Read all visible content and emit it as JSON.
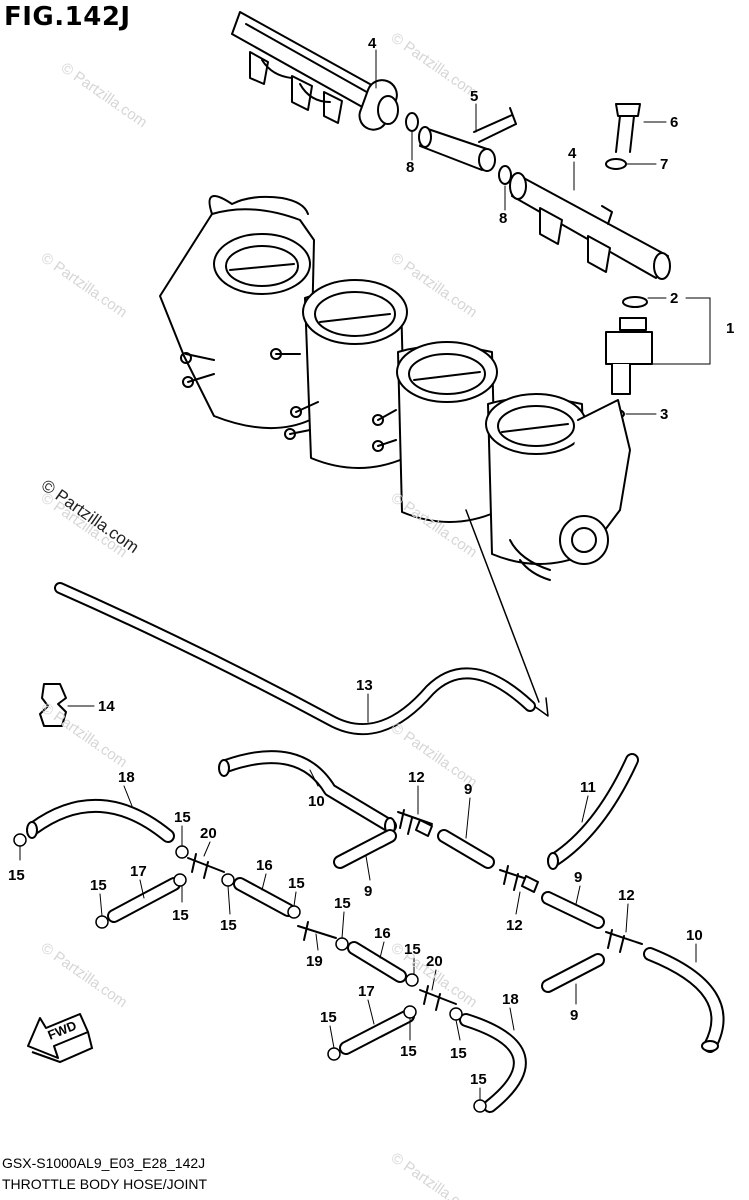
{
  "figure": {
    "title": "FIG.142J",
    "model_code": "GSX-S1000AL9_E03_E28_142J",
    "caption": "THROTTLE BODY HOSE/JOINT",
    "watermark": "© Partzilla.com",
    "fwd_label": "FWD"
  },
  "callouts": [
    {
      "id": "c4a",
      "label": "4"
    },
    {
      "id": "c5",
      "label": "5"
    },
    {
      "id": "c6",
      "label": "6"
    },
    {
      "id": "c8a",
      "label": "8"
    },
    {
      "id": "c8b",
      "label": "8"
    },
    {
      "id": "c4b",
      "label": "4"
    },
    {
      "id": "c7",
      "label": "7"
    },
    {
      "id": "c2",
      "label": "2"
    },
    {
      "id": "c1",
      "label": "1"
    },
    {
      "id": "c3",
      "label": "3"
    },
    {
      "id": "c13",
      "label": "13"
    },
    {
      "id": "c14",
      "label": "14"
    },
    {
      "id": "c18a",
      "label": "18"
    },
    {
      "id": "c10a",
      "label": "10"
    },
    {
      "id": "c12a",
      "label": "12"
    },
    {
      "id": "c11",
      "label": "11"
    },
    {
      "id": "c9a",
      "label": "9"
    },
    {
      "id": "c15a",
      "label": "15"
    },
    {
      "id": "c20a",
      "label": "20"
    },
    {
      "id": "c15b",
      "label": "15"
    },
    {
      "id": "c17a",
      "label": "17"
    },
    {
      "id": "c16a",
      "label": "16"
    },
    {
      "id": "c15c",
      "label": "15"
    },
    {
      "id": "c9b",
      "label": "9"
    },
    {
      "id": "c12b",
      "label": "12"
    },
    {
      "id": "c9c",
      "label": "9"
    },
    {
      "id": "c12c",
      "label": "12"
    },
    {
      "id": "c10b",
      "label": "10"
    },
    {
      "id": "c15d",
      "label": "15"
    },
    {
      "id": "c15e",
      "label": "15"
    },
    {
      "id": "c15f",
      "label": "15"
    },
    {
      "id": "c15g",
      "label": "15"
    },
    {
      "id": "c19",
      "label": "19"
    },
    {
      "id": "c16b",
      "label": "16"
    },
    {
      "id": "c15h",
      "label": "15"
    },
    {
      "id": "c20b",
      "label": "20"
    },
    {
      "id": "c9d",
      "label": "9"
    },
    {
      "id": "c17b",
      "label": "17"
    },
    {
      "id": "c18b",
      "label": "18"
    },
    {
      "id": "c15i",
      "label": "15"
    },
    {
      "id": "c15j",
      "label": "15"
    },
    {
      "id": "c15k",
      "label": "15"
    },
    {
      "id": "c15l",
      "label": "15"
    }
  ]
}
